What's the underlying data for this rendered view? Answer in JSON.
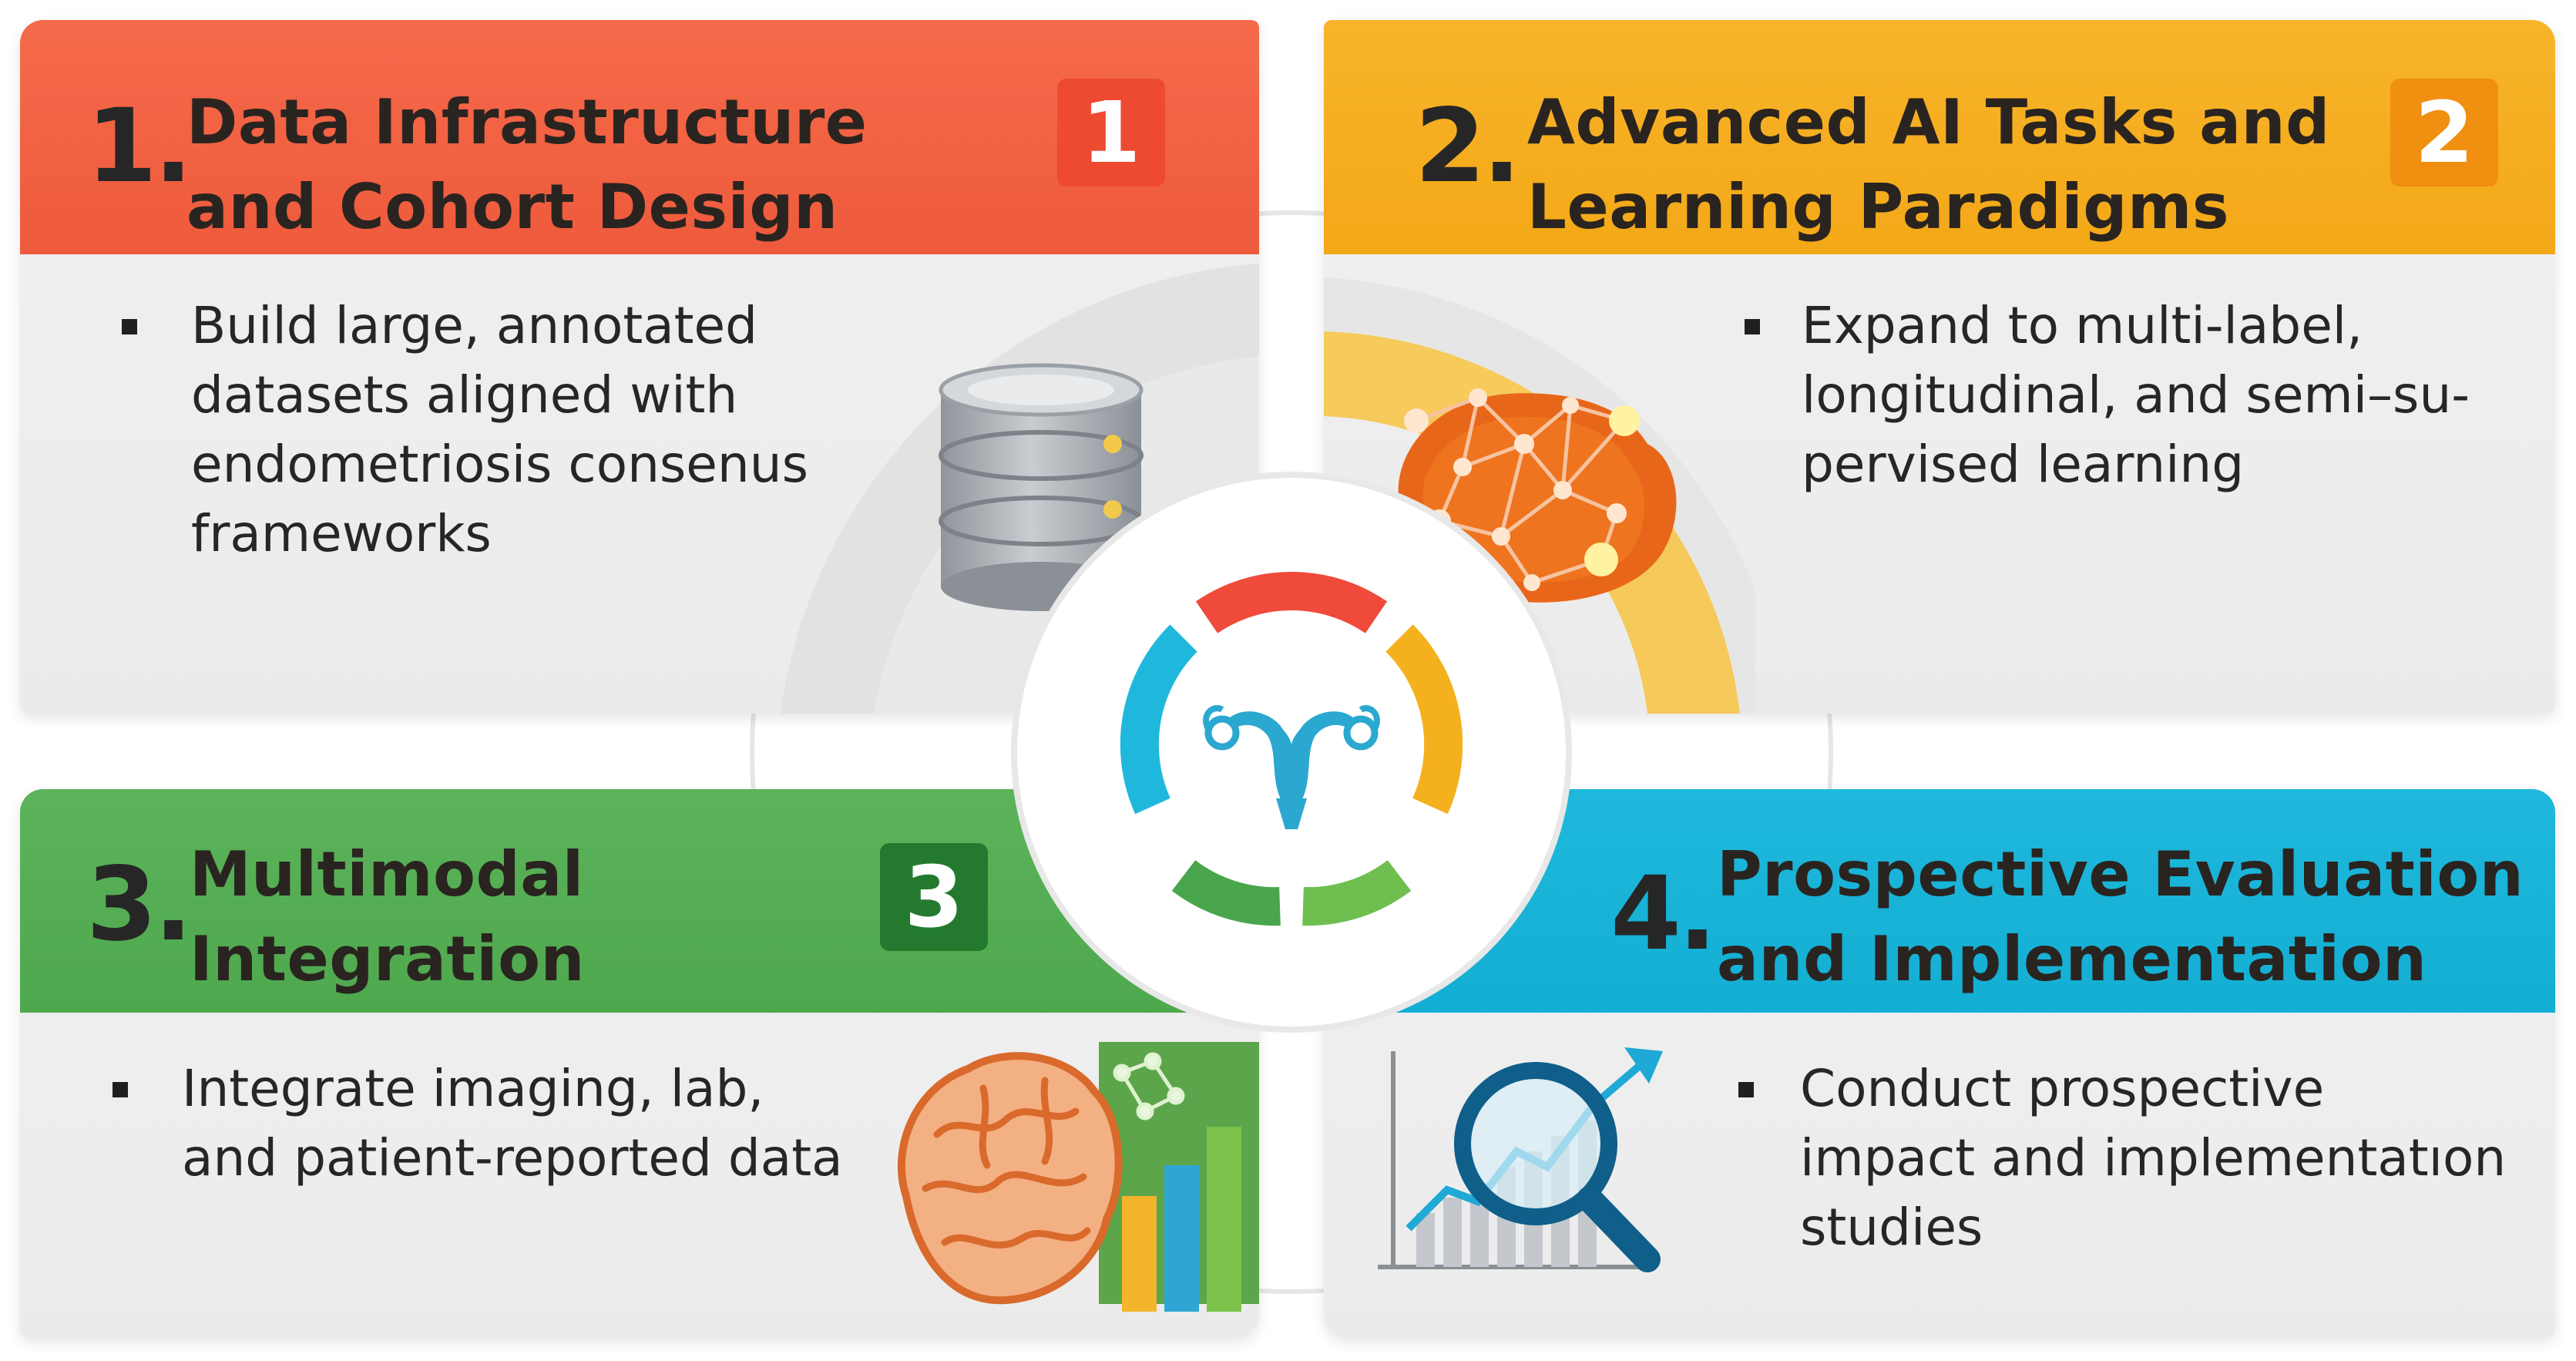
{
  "panels": [
    {
      "number": "1.",
      "title": "Data Infrastructure\nand Cohort Design",
      "badge": "1",
      "bullet_text": "Build large, annotated\ndatasets aligned with\nendometriosis consenus\nframeworks",
      "color": "#ee5a3c",
      "icon": "database-icon"
    },
    {
      "number": "2.",
      "title": "Advanced AI Tasks and\nLearning Paradigms",
      "badge": "2",
      "bullet_text": "Expand to multi-label,\nlongitudinal, and semi–su-\npervised learning",
      "color": "#f3a817",
      "icon": "neural-network-brain-icon"
    },
    {
      "number": "3.",
      "title": "Multimodal\nIntegration",
      "badge": "3",
      "bullet_text": "Integrate imaging, lab,\nand patient-reported data",
      "color": "#4ea84d",
      "icon": "brain-and-bar-chart-icon"
    },
    {
      "number": "4.",
      "title": "Prospective Evaluation\nand Implementation",
      "bullet_text": "Conduct prospective\nimpact and implementatıon\nstudies",
      "color": "#13aed3",
      "icon": "magnifier-trend-chart-icon"
    }
  ],
  "center": {
    "icon": "uterus-icon",
    "ring_colors": [
      "#ef4a3a",
      "#f4b01d",
      "#6fbf50",
      "#4aa64c",
      "#1fb8dc"
    ]
  }
}
